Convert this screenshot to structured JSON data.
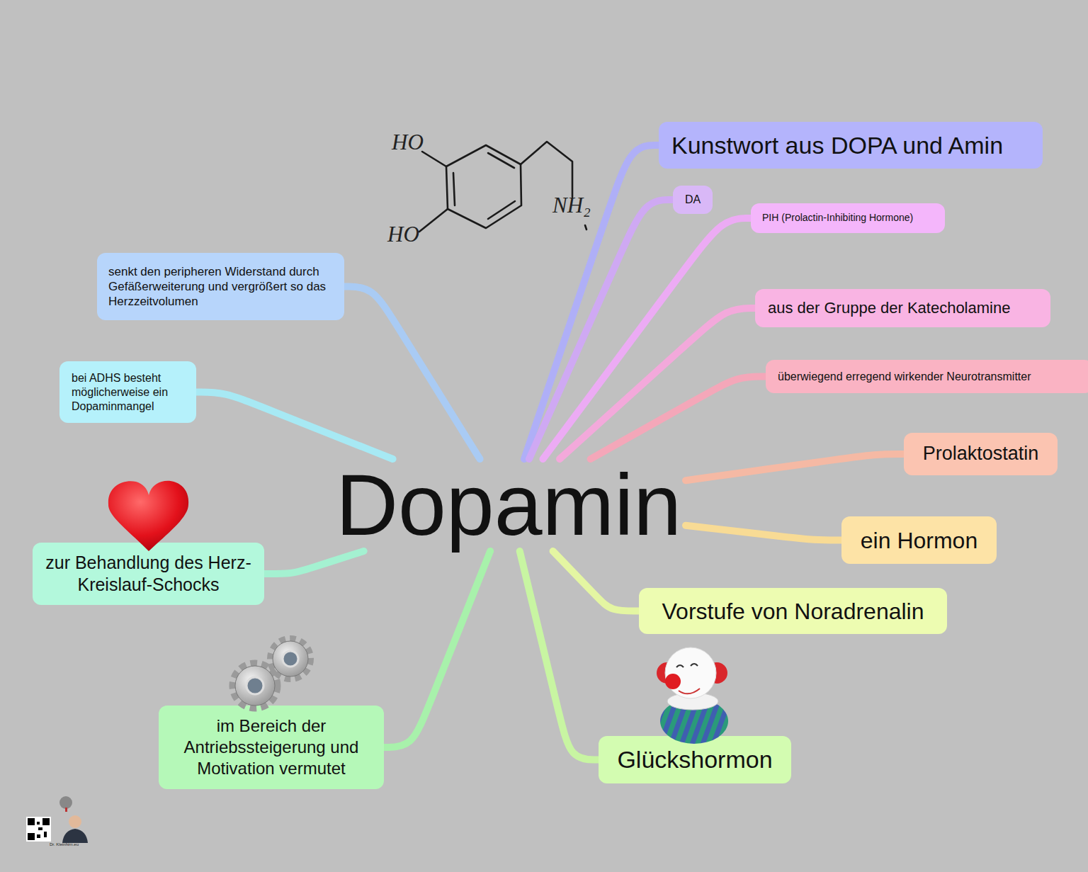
{
  "diagram": {
    "nodes": [
      {
        "text": [
          "Dopamin"
        ]
      },
      {
        "text": [
          "Kunstwort aus DOPA und Amin"
        ]
      },
      {
        "text": [
          "DA"
        ]
      },
      {
        "text": [
          "PIH (Prolactin-Inhibiting Hormone)"
        ]
      },
      {
        "text": [
          "senkt den peripheren Widerstand durch Gefäßerweiterung und vergrößert so das Herzzeitvolumen"
        ]
      },
      {
        "text": [
          "aus der Gruppe der Katecholamine"
        ]
      },
      {
        "text": [
          "überwiegend erregend wirkender Neurotransmitter"
        ]
      },
      {
        "text": [
          "bei ADHS besteht möglicherweise ein Dopaminmangel"
        ]
      },
      {
        "text": [
          "Prolaktostatin"
        ]
      },
      {
        "text": [
          "ein Hormon"
        ]
      },
      {
        "text": [
          "zur Behandlung des Herz-Kreislauf-Schocks"
        ]
      },
      {
        "text": [
          "Vorstufe von Noradrenalin"
        ]
      },
      {
        "text": [
          "im Bereich der Antriebssteigerung und Motivation vermutet"
        ]
      },
      {
        "text": [
          "Glückshormon"
        ]
      }
    ],
    "edges": [
      {
        "from": 0,
        "to": 1,
        "arrow": "none"
      },
      {
        "from": 0,
        "to": 2,
        "arrow": "none"
      },
      {
        "from": 0,
        "to": 3,
        "arrow": "none"
      },
      {
        "from": 0,
        "to": 4,
        "arrow": "none"
      },
      {
        "from": 0,
        "to": 5,
        "arrow": "none"
      },
      {
        "from": 0,
        "to": 6,
        "arrow": "none"
      },
      {
        "from": 0,
        "to": 7,
        "arrow": "none"
      },
      {
        "from": 0,
        "to": 8,
        "arrow": "none"
      },
      {
        "from": 0,
        "to": 9,
        "arrow": "none"
      },
      {
        "from": 0,
        "to": 10,
        "arrow": "none"
      },
      {
        "from": 0,
        "to": 11,
        "arrow": "none"
      },
      {
        "from": 0,
        "to": 12,
        "arrow": "none"
      },
      {
        "from": 0,
        "to": 13,
        "arrow": "none"
      }
    ],
    "labels": [
      "HO",
      "HO",
      "NH₂",
      "Dr. Kleinhirn.eu"
    ]
  }
}
